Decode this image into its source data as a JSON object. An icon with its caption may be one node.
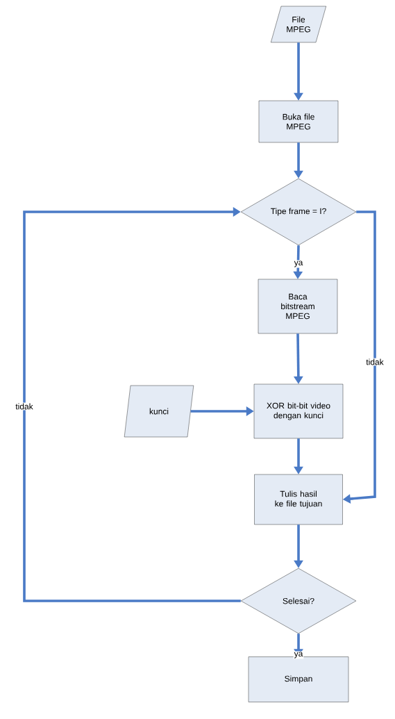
{
  "diagram": {
    "nodes": [
      {
        "text": [
          "File MPEG"
        ]
      },
      {
        "text": [
          "Buka file MPEG"
        ]
      },
      {
        "text": [
          "Tipe frame = I?"
        ]
      },
      {
        "text": [
          "Baca bitstream MPEG"
        ]
      },
      {
        "text": [
          "kunci"
        ]
      },
      {
        "text": [
          "XOR bit-bit video dengan kunci"
        ]
      },
      {
        "text": [
          "Tulis hasil ke file tujuan"
        ]
      },
      {
        "text": [
          "Selesai?"
        ]
      },
      {
        "text": [
          "Simpan"
        ]
      }
    ],
    "edges": [
      {
        "from": 0,
        "to": 1,
        "arrow": "to"
      },
      {
        "from": 1,
        "to": 2,
        "arrow": "to"
      },
      {
        "from": 2,
        "to": 3,
        "arrow": "to",
        "label": "ya"
      },
      {
        "from": 3,
        "to": 5,
        "arrow": "to"
      },
      {
        "from": 4,
        "to": 5,
        "arrow": "to"
      },
      {
        "from": 2,
        "to": 6,
        "arrow": "to",
        "label": "tidak"
      },
      {
        "from": 5,
        "to": 6,
        "arrow": "to"
      },
      {
        "from": 6,
        "to": 7,
        "arrow": "to"
      },
      {
        "from": 7,
        "to": 2,
        "arrow": "to",
        "label": "tidak"
      },
      {
        "from": 7,
        "to": 8,
        "arrow": "to",
        "label": "ya"
      }
    ]
  }
}
